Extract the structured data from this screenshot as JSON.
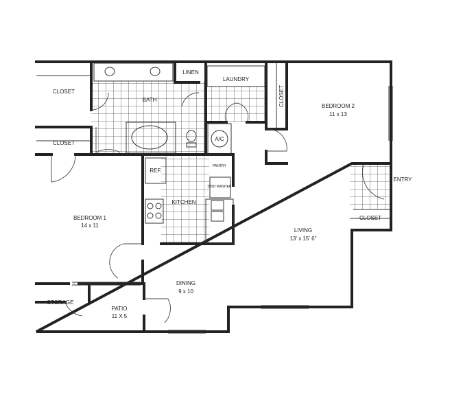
{
  "floorplan": {
    "rooms": {
      "closet_top_left": "CLOSET",
      "closet_mid_left": "CLOSET",
      "bath": "BATH",
      "linen": "LINEN",
      "laundry": "LAUNDRY",
      "closet_bedroom2": "CLOSET",
      "bedroom2": "BEDROOM 2",
      "bedroom2_size": "11 x 13",
      "ac": "A/C",
      "ref": "REF.",
      "pantry": "PANTRY",
      "dishwasher": "DISH WASHER",
      "kitchen": "KITCHEN",
      "entry": "ENTRY",
      "closet_entry": "CLOSET",
      "bedroom1": "BEDROOM 1",
      "bedroom1_size": "14 x 11",
      "living": "LIVING",
      "living_size": "13' x 15' 6\"",
      "dining": "DINING",
      "dining_size": "9 x 10",
      "storage": "STORAGE",
      "patio": "PATIO",
      "patio_size": "11 X 5"
    },
    "colors": {
      "wall": "#222222",
      "background": "#ffffff"
    }
  }
}
